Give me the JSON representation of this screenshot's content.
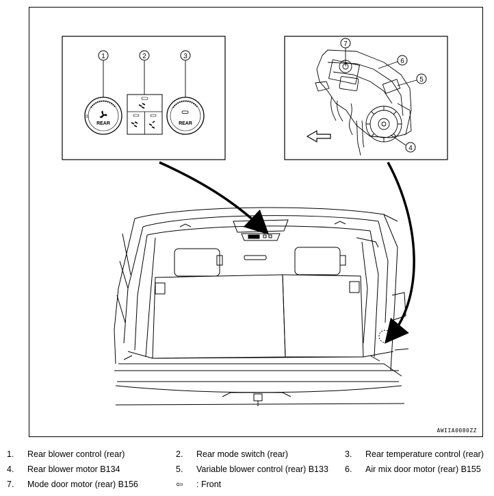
{
  "figure": {
    "code": "AWIIA0080ZZ",
    "panel_left": {
      "callouts": [
        "1",
        "2",
        "3"
      ],
      "knob_label_left": "REAR",
      "knob_label_right": "REAR",
      "scale_zero": "0"
    },
    "panel_right": {
      "callouts": [
        "7",
        "6",
        "5",
        "4"
      ]
    }
  },
  "legend": [
    {
      "num": "1.",
      "text": "Rear blower control (rear)"
    },
    {
      "num": "2.",
      "text": "Rear mode switch (rear)"
    },
    {
      "num": "3.",
      "text": "Rear temperature control (rear)"
    },
    {
      "num": "4.",
      "text": "Rear blower motor B134"
    },
    {
      "num": "5.",
      "text": "Variable blower control (rear) B133"
    },
    {
      "num": "6.",
      "text": "Air mix door motor (rear) B155"
    },
    {
      "num": "7.",
      "text": "Mode door motor (rear) B156"
    },
    {
      "num": "⇦",
      "text": ": Front"
    }
  ]
}
